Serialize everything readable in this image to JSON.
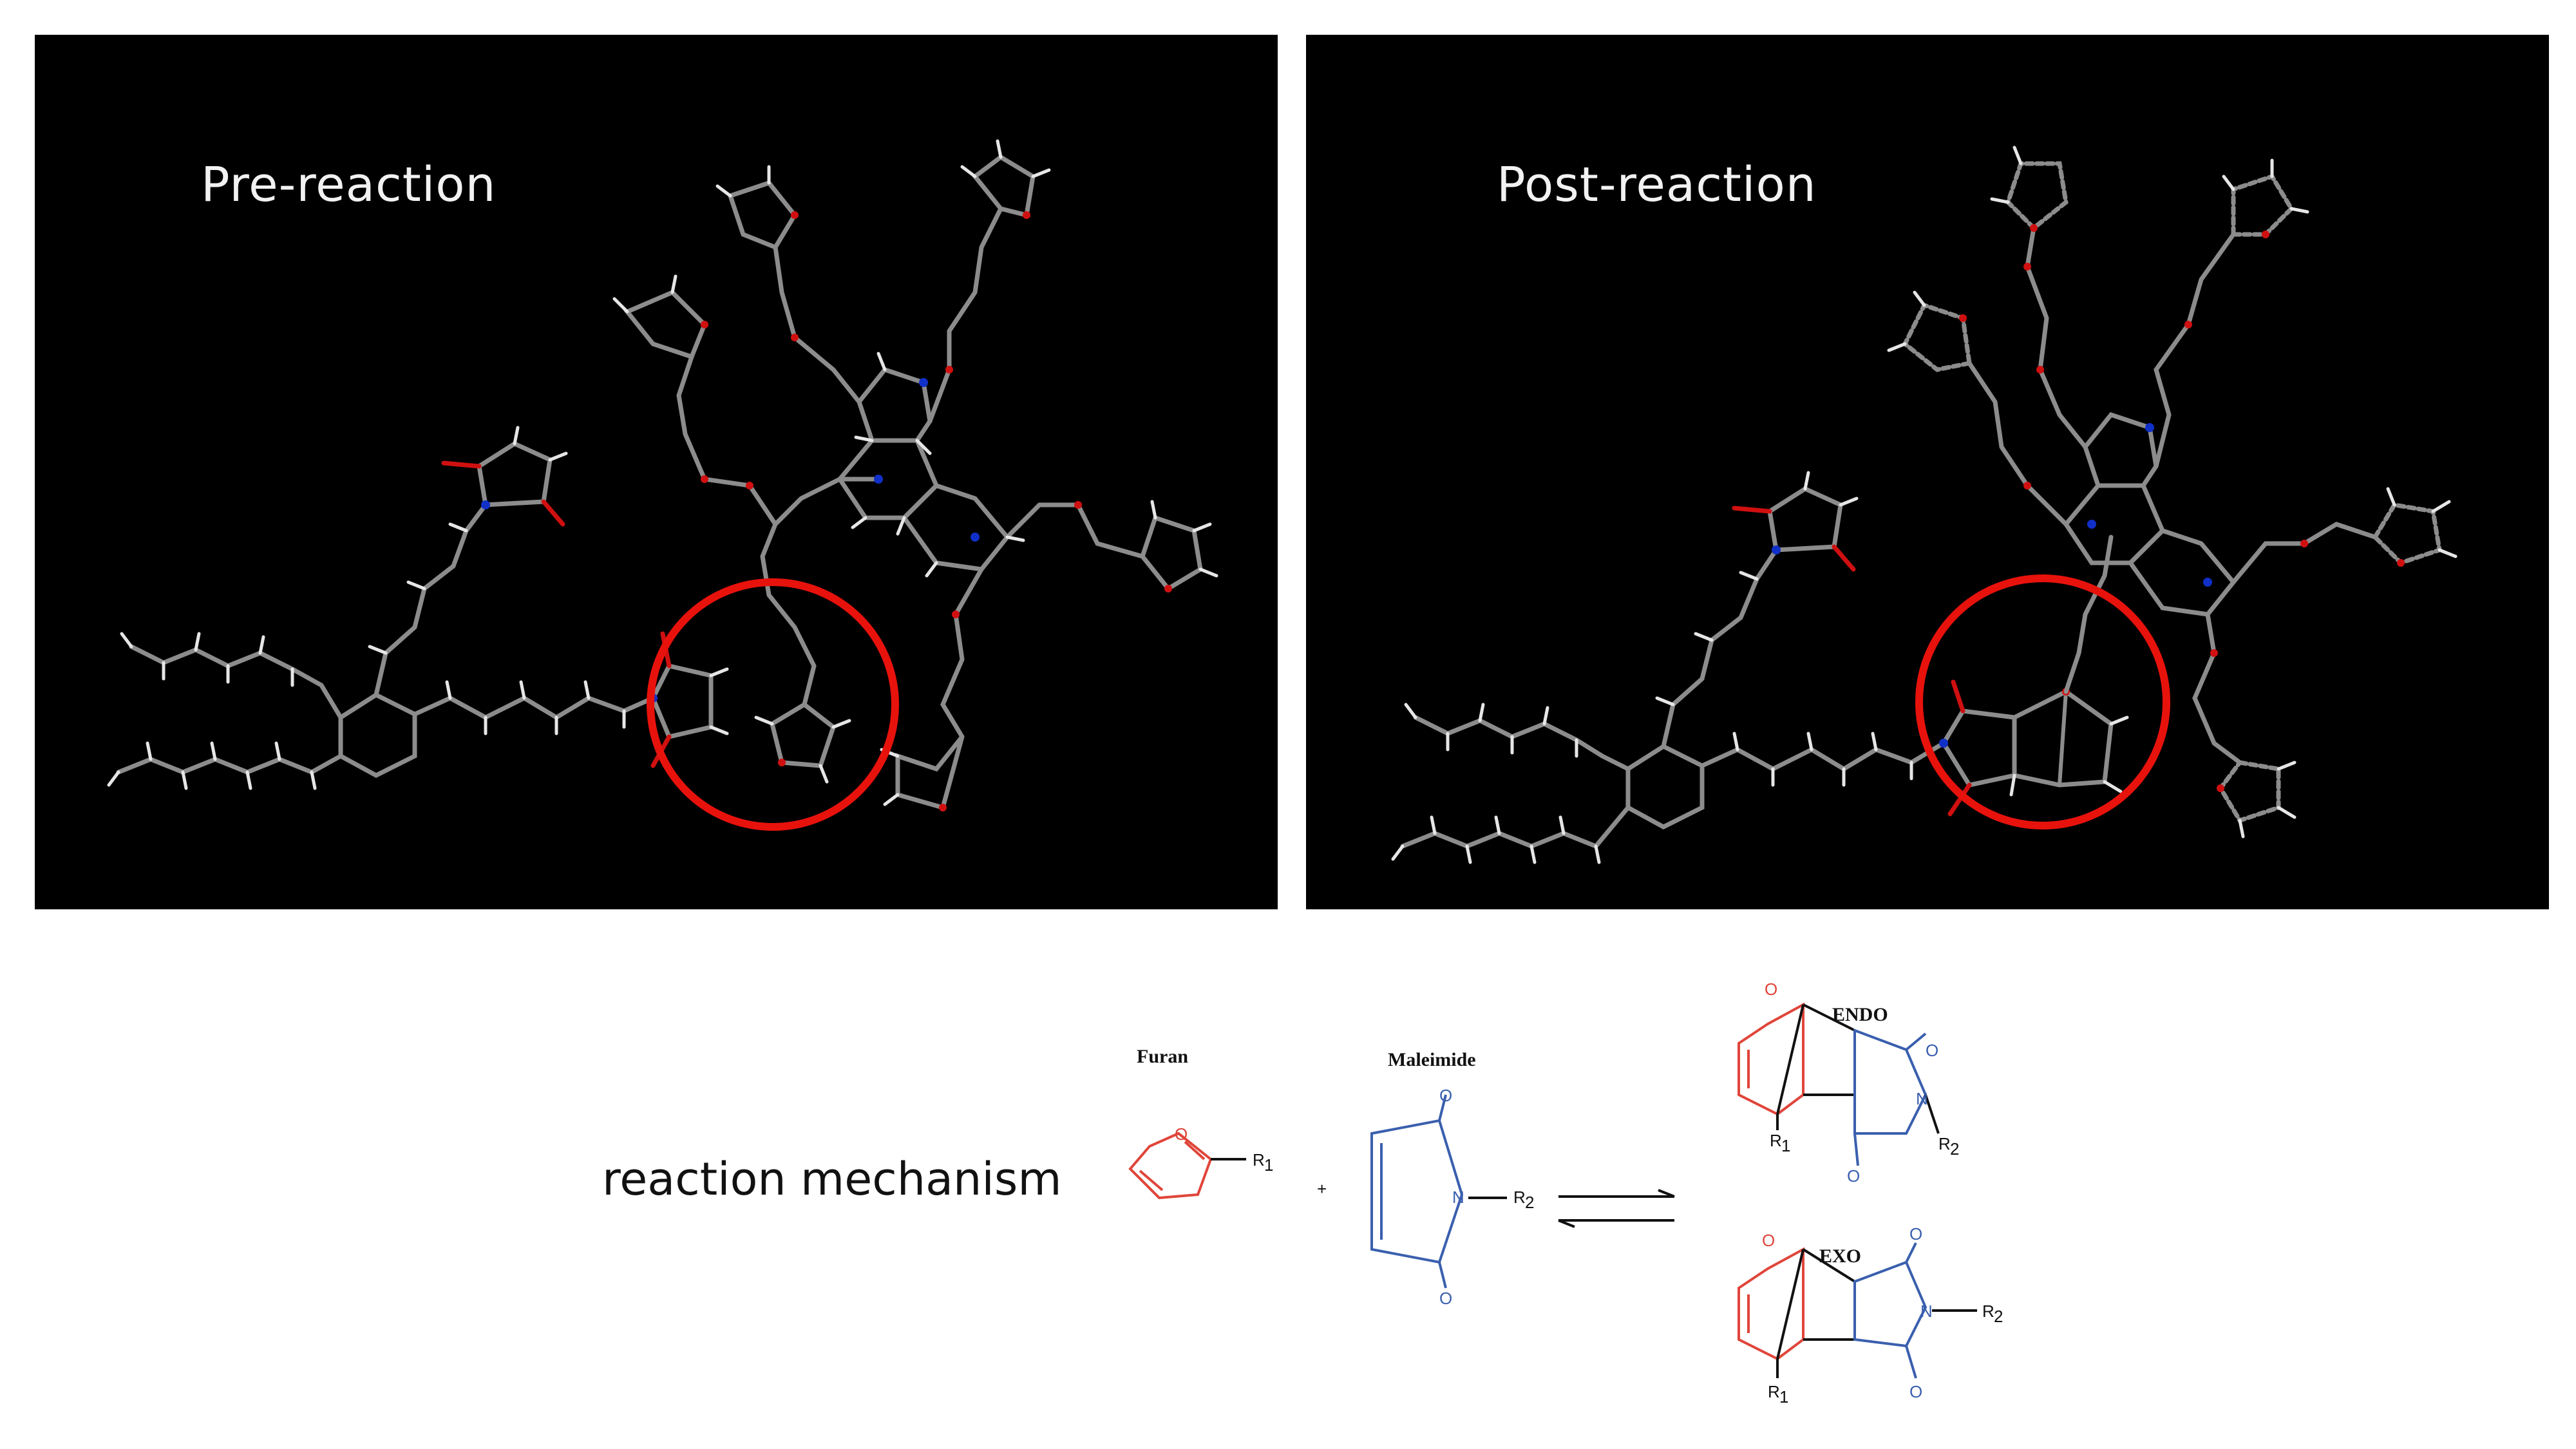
{
  "panels": {
    "pre": {
      "title": "Pre-reaction"
    },
    "post": {
      "title": "Post-reaction"
    }
  },
  "mechanism": {
    "label": "reaction mechanism",
    "furan_label": "Furan",
    "maleimide_label": "Maleimide",
    "endo_label": "ENDO",
    "exo_label": "EXO",
    "plus": "+",
    "atoms": {
      "O": "O",
      "N": "N",
      "R1": "R",
      "R2": "R",
      "sub1": "1",
      "sub2": "2"
    }
  },
  "colors": {
    "panel_bg": "#000000",
    "highlight_circle": "#e8120c",
    "bond": "#8c8c8c",
    "hydrogen": "#e6e6e6",
    "oxygen": "#d01010",
    "nitrogen": "#1030c8",
    "furan_red": "#e0453a",
    "maleimide_blue": "#3a5fae"
  }
}
